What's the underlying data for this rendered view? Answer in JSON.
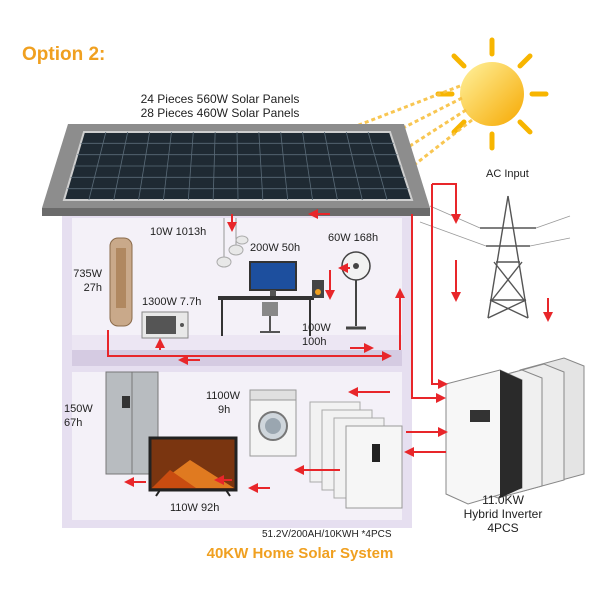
{
  "header": {
    "option": "Option 2:"
  },
  "panels": {
    "line1": "24 Pieces 560W Solar Panels",
    "line2": "28 Pieces 460W Solar Panels"
  },
  "ac_input": "AC Input",
  "loads": {
    "lights": "10W 1013h",
    "computer": "200W 50h",
    "fan": "60W 168h",
    "tower_fan_w": "735W",
    "tower_fan_h": "27h",
    "microwave": "1300W 7.7h",
    "speaker_w": "100W",
    "speaker_h": "100h",
    "fridge_w": "150W",
    "fridge_h": "67h",
    "washer_w": "1100W",
    "washer_h": "9h",
    "tv": "110W 92h"
  },
  "battery": "51.2V/200AH/10KWH *4PCS",
  "inverter": {
    "line1": "11.0KW",
    "line2": "Hybrid Inverter",
    "line3": "4PCS"
  },
  "footer": {
    "system": "40KW Home Solar System"
  },
  "colors": {
    "accent": "#f0a020",
    "flow": "#e8262a",
    "wall": "#e6dff0",
    "roof": "#8d8d8d",
    "sun": "#f7b500"
  },
  "icons": [
    "sun-icon",
    "solar-panel-icon",
    "pylon-icon",
    "lamp-icon",
    "monitor-icon",
    "stand-fan-icon",
    "tower-fan-icon",
    "microwave-icon",
    "speaker-icon",
    "fridge-icon",
    "washer-icon",
    "tv-icon",
    "battery-icon",
    "inverter-icon"
  ]
}
